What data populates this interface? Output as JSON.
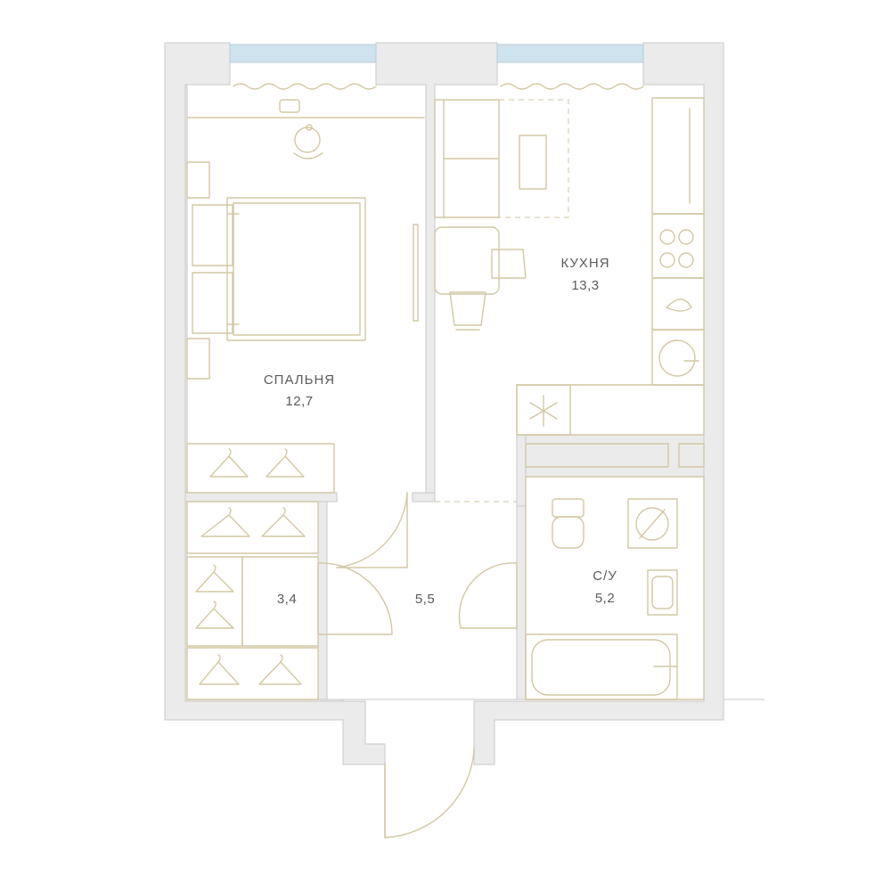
{
  "rooms": {
    "bedroom": {
      "name": "СПАЛЬНЯ",
      "area": "12,7"
    },
    "kitchen": {
      "name": "КУХНЯ",
      "area": "13,3"
    },
    "bathroom": {
      "name": "С/У",
      "area": "5,2"
    },
    "wardrobe": {
      "area": "3,4"
    },
    "hallway": {
      "area": "5,5"
    }
  },
  "colors": {
    "wall": "#ebebeb",
    "furniture_line": "#d2c8a4",
    "window_glass": "#cfe3ee",
    "label_text": "#5b5b5b"
  }
}
